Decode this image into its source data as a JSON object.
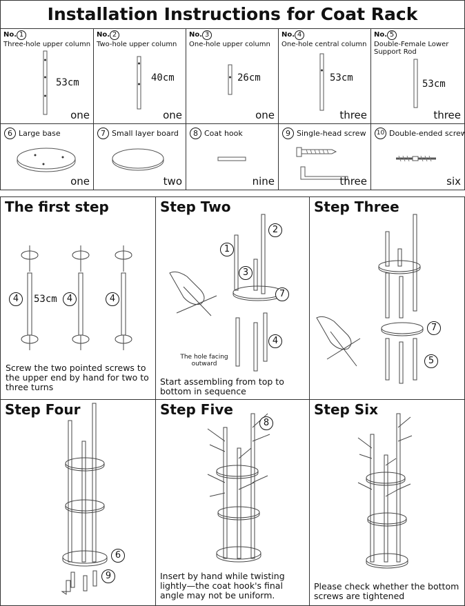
{
  "title": "Installation Instructions for Coat Rack",
  "no_prefix": "No.",
  "parts_row1": [
    {
      "n": "1",
      "name": "Three-hole upper column",
      "dim": "53cm",
      "qty": "one"
    },
    {
      "n": "2",
      "name": "Two-hole upper column",
      "dim": "40cm",
      "qty": "one"
    },
    {
      "n": "3",
      "name": "One-hole upper column",
      "dim": "26cm",
      "qty": "one"
    },
    {
      "n": "4",
      "name": "One-hole central column",
      "dim": "53cm",
      "qty": "three"
    },
    {
      "n": "5",
      "name": "Double-Female Lower Support Rod",
      "dim": "53cm",
      "qty": "three"
    }
  ],
  "parts_row2": [
    {
      "n": "6",
      "name": "Large base",
      "qty": "one"
    },
    {
      "n": "7",
      "name": "Small layer board",
      "qty": "two"
    },
    {
      "n": "8",
      "name": "Coat hook",
      "qty": "nine"
    },
    {
      "n": "9",
      "name": "Single-head screw",
      "qty": "three"
    },
    {
      "n": "10",
      "name": "Double-ended screw",
      "qty": "six"
    }
  ],
  "steps": [
    {
      "title": "The first step",
      "desc": "Screw the two pointed screws to the upper end by hand for two to three turns",
      "dim": "53cm",
      "callouts": [
        "4",
        "4",
        "4"
      ]
    },
    {
      "title": "Step Two",
      "desc": "Start assembling from top to bottom in sequence",
      "note": "The hole facing outward",
      "callouts": [
        "1",
        "2",
        "3",
        "7",
        "4"
      ]
    },
    {
      "title": "Step Three",
      "desc": "",
      "callouts": [
        "7",
        "5"
      ]
    },
    {
      "title": "Step Four",
      "desc": "",
      "callouts": [
        "6",
        "9"
      ]
    },
    {
      "title": "Step Five",
      "desc": "Insert by hand while twisting lightly—the coat hook's final angle may not be uniform.",
      "callouts": [
        "8"
      ]
    },
    {
      "title": "Step Six",
      "desc": "Please check whether the bottom screws are tightened",
      "callouts": []
    }
  ]
}
